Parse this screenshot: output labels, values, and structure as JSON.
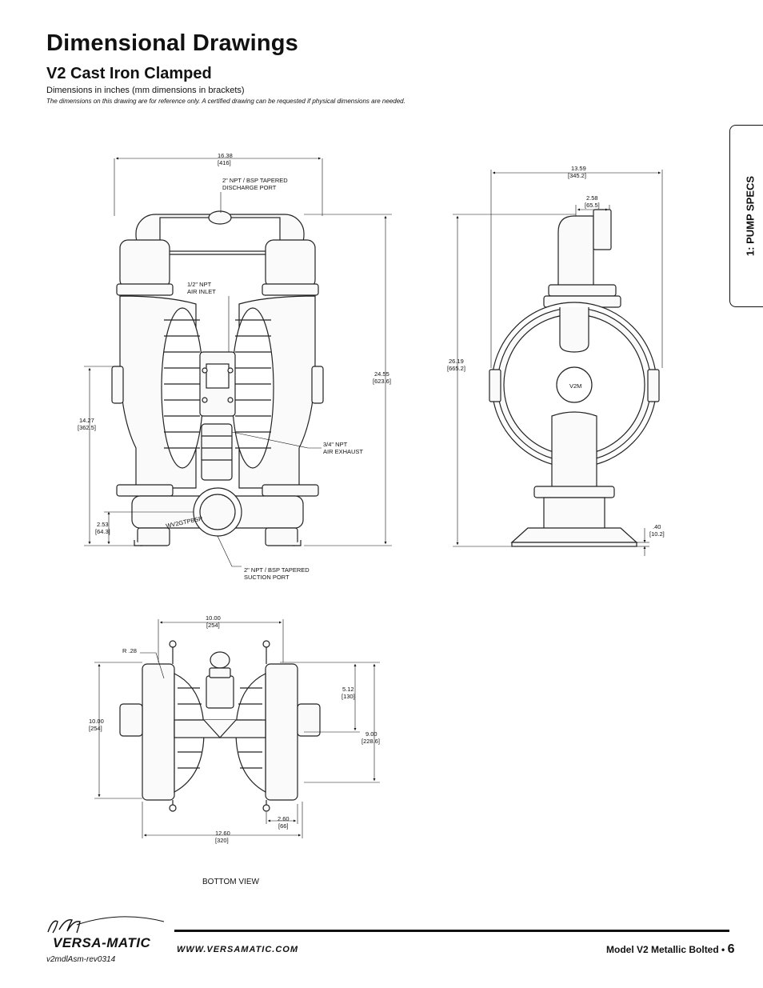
{
  "header": {
    "title": "Dimensional Drawings",
    "subtitle": "V2 Cast Iron Clamped",
    "units_note": "Dimensions in inches (mm dimensions in brackets)",
    "disclaimer": "The dimensions on this drawing are for reference only.  A certified drawing can be requested if physical dimensions are needed."
  },
  "side_tab": {
    "label": "1: PUMP SPECS"
  },
  "front_view": {
    "dims": {
      "width": [
        "16.38",
        "[416]"
      ],
      "height": [
        "24.55",
        "[623.6]"
      ],
      "inlet_height": [
        "14.27",
        "[362.5]"
      ],
      "suction_height": [
        "2.53",
        "[64.3]"
      ]
    },
    "callouts": {
      "discharge": [
        "2\" NPT / BSP TAPERED",
        "DISCHARGE PORT"
      ],
      "air_inlet": [
        "1/2\" NPT",
        "AIR INLET"
      ],
      "air_exhaust": [
        "3/4\" NPT",
        "AIR EXHAUST"
      ],
      "suction": [
        "2\" NPT / BSP TAPERED",
        "SUCTION PORT"
      ]
    },
    "stamp": "WV2GTPBSP"
  },
  "side_view": {
    "dims": {
      "width": [
        "13.59",
        "[345.2]"
      ],
      "offset": [
        "2.58",
        "[65.5]"
      ],
      "height": [
        "26.19",
        "[665.2]"
      ],
      "base": [
        ".40",
        "[10.2]"
      ]
    },
    "stamp": "V2M"
  },
  "bottom_view": {
    "label": "BOTTOM VIEW",
    "dims": {
      "bolt_span": [
        "10.00",
        "[254]"
      ],
      "radius": "R .28",
      "left_height": [
        "10.00",
        "[254]"
      ],
      "half_depth": [
        "5.12",
        "[130]"
      ],
      "depth": [
        "9.00",
        "[228.6]"
      ],
      "foot": [
        "2.60",
        "[66]"
      ],
      "width": [
        "12.60",
        "[320]"
      ]
    }
  },
  "footer": {
    "brand": "VERSA-MATIC",
    "website": "WWW.VERSAMATIC.COM",
    "model": "Model V2 Metallic Bolted • ",
    "page": "6",
    "doc_id": "v2mdlAsm-rev0314"
  }
}
